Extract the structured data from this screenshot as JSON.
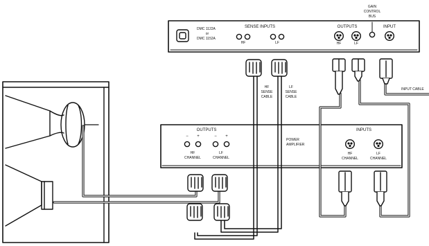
{
  "dmc": {
    "model_1": "DMC 1122A",
    "or": "or",
    "model_2": "DMC 1152A",
    "sense_inputs": "SENSE INPUTS",
    "hf": "HF",
    "lf": "LF",
    "outputs": "OUTPUTS",
    "out_hf": "HF",
    "out_lf": "LF",
    "input": "INPUT",
    "gain_control_bus": [
      "GAIN",
      "CONTROL",
      "BUS"
    ]
  },
  "cables": {
    "hf_sense": [
      "HF",
      "SENSE",
      "CABLE"
    ],
    "lf_sense": [
      "LF",
      "SENSE",
      "CABLE"
    ],
    "input_cable": "INPUT CABLE"
  },
  "amp": {
    "outputs": "OUTPUTS",
    "minus": "−",
    "plus": "+",
    "hf_channel": [
      "HF",
      "CHANNEL"
    ],
    "lf_channel": [
      "LF",
      "CHANNEL"
    ],
    "power_amplifier": [
      "POWER",
      "AMPLIFIER"
    ],
    "inputs": "INPUTS",
    "in_hf_channel": [
      "HF",
      "CHANNEL"
    ],
    "in_lf_channel": [
      "LF",
      "CHANNEL"
    ]
  }
}
